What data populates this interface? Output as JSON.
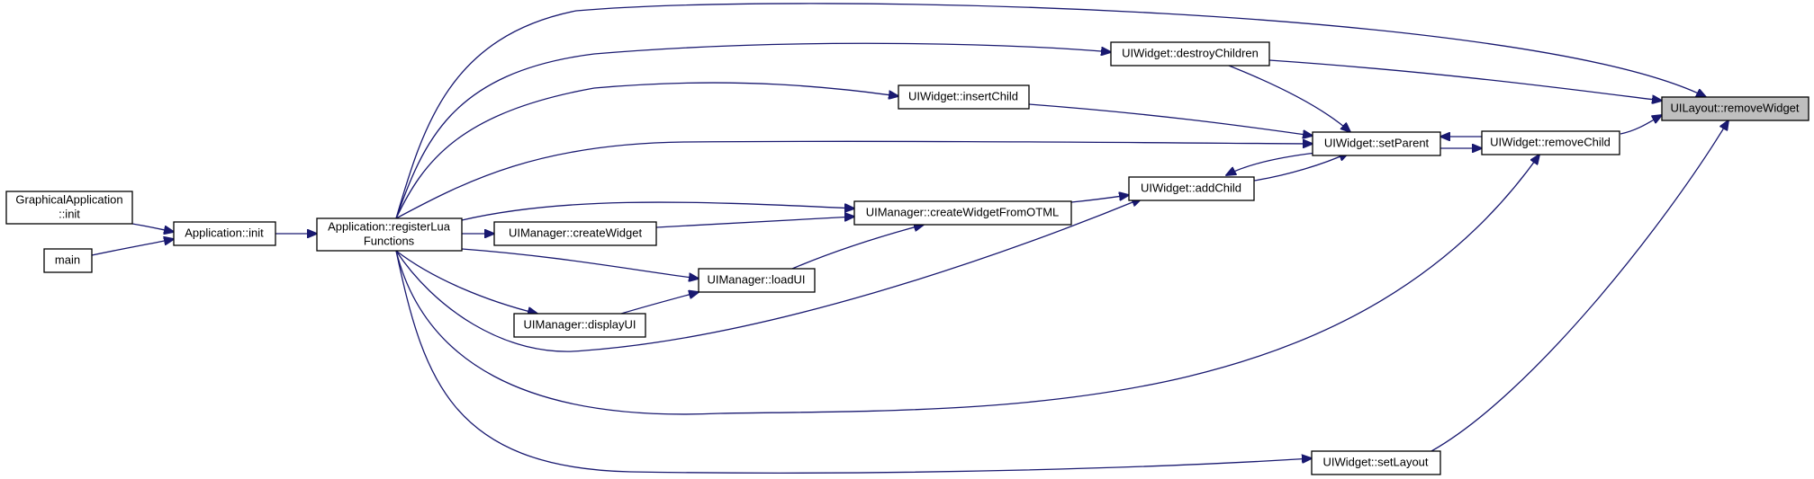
{
  "graph": {
    "nodes": [
      {
        "id": "remove_widget",
        "lines": [
          "UILayout::removeWidget"
        ],
        "highlight": true
      },
      {
        "id": "destroy_children",
        "lines": [
          "UIWidget::destroyChildren"
        ]
      },
      {
        "id": "insert_child",
        "lines": [
          "UIWidget::insertChild"
        ]
      },
      {
        "id": "set_parent",
        "lines": [
          "UIWidget::setParent"
        ]
      },
      {
        "id": "remove_child",
        "lines": [
          "UIWidget::removeChild"
        ]
      },
      {
        "id": "add_child",
        "lines": [
          "UIWidget::addChild"
        ]
      },
      {
        "id": "create_widget_from_otml",
        "lines": [
          "UIManager::createWidgetFromOTML"
        ]
      },
      {
        "id": "create_widget",
        "lines": [
          "UIManager::createWidget"
        ]
      },
      {
        "id": "load_ui",
        "lines": [
          "UIManager::loadUI"
        ]
      },
      {
        "id": "display_ui",
        "lines": [
          "UIManager::displayUI"
        ]
      },
      {
        "id": "register_lua_functions",
        "lines": [
          "Application::registerLua",
          "Functions"
        ]
      },
      {
        "id": "app_init",
        "lines": [
          "Application::init"
        ]
      },
      {
        "id": "graphical_app_init",
        "lines": [
          "GraphicalApplication",
          "::init"
        ]
      },
      {
        "id": "main",
        "lines": [
          "main"
        ]
      },
      {
        "id": "set_layout",
        "lines": [
          "UIWidget::setLayout"
        ]
      }
    ],
    "edges": [
      {
        "from": "register_lua_functions",
        "to": "remove_widget"
      },
      {
        "from": "register_lua_functions",
        "to": "destroy_children"
      },
      {
        "from": "register_lua_functions",
        "to": "insert_child"
      },
      {
        "from": "register_lua_functions",
        "to": "set_parent"
      },
      {
        "from": "register_lua_functions",
        "to": "create_widget_from_otml"
      },
      {
        "from": "register_lua_functions",
        "to": "create_widget"
      },
      {
        "from": "register_lua_functions",
        "to": "load_ui"
      },
      {
        "from": "register_lua_functions",
        "to": "display_ui"
      },
      {
        "from": "register_lua_functions",
        "to": "add_child"
      },
      {
        "from": "register_lua_functions",
        "to": "remove_child"
      },
      {
        "from": "register_lua_functions",
        "to": "set_layout"
      },
      {
        "from": "destroy_children",
        "to": "remove_widget"
      },
      {
        "from": "destroy_children",
        "to": "set_parent"
      },
      {
        "from": "insert_child",
        "to": "set_parent"
      },
      {
        "from": "remove_child",
        "to": "remove_widget"
      },
      {
        "from": "remove_child",
        "to": "set_parent"
      },
      {
        "from": "set_parent",
        "to": "remove_child"
      },
      {
        "from": "set_parent",
        "to": "add_child"
      },
      {
        "from": "add_child",
        "to": "set_parent"
      },
      {
        "from": "create_widget_from_otml",
        "to": "add_child"
      },
      {
        "from": "create_widget",
        "to": "create_widget_from_otml"
      },
      {
        "from": "load_ui",
        "to": "create_widget_from_otml"
      },
      {
        "from": "display_ui",
        "to": "load_ui"
      },
      {
        "from": "set_layout",
        "to": "remove_widget"
      },
      {
        "from": "app_init",
        "to": "register_lua_functions"
      },
      {
        "from": "graphical_app_init",
        "to": "app_init"
      },
      {
        "from": "main",
        "to": "app_init"
      }
    ]
  }
}
